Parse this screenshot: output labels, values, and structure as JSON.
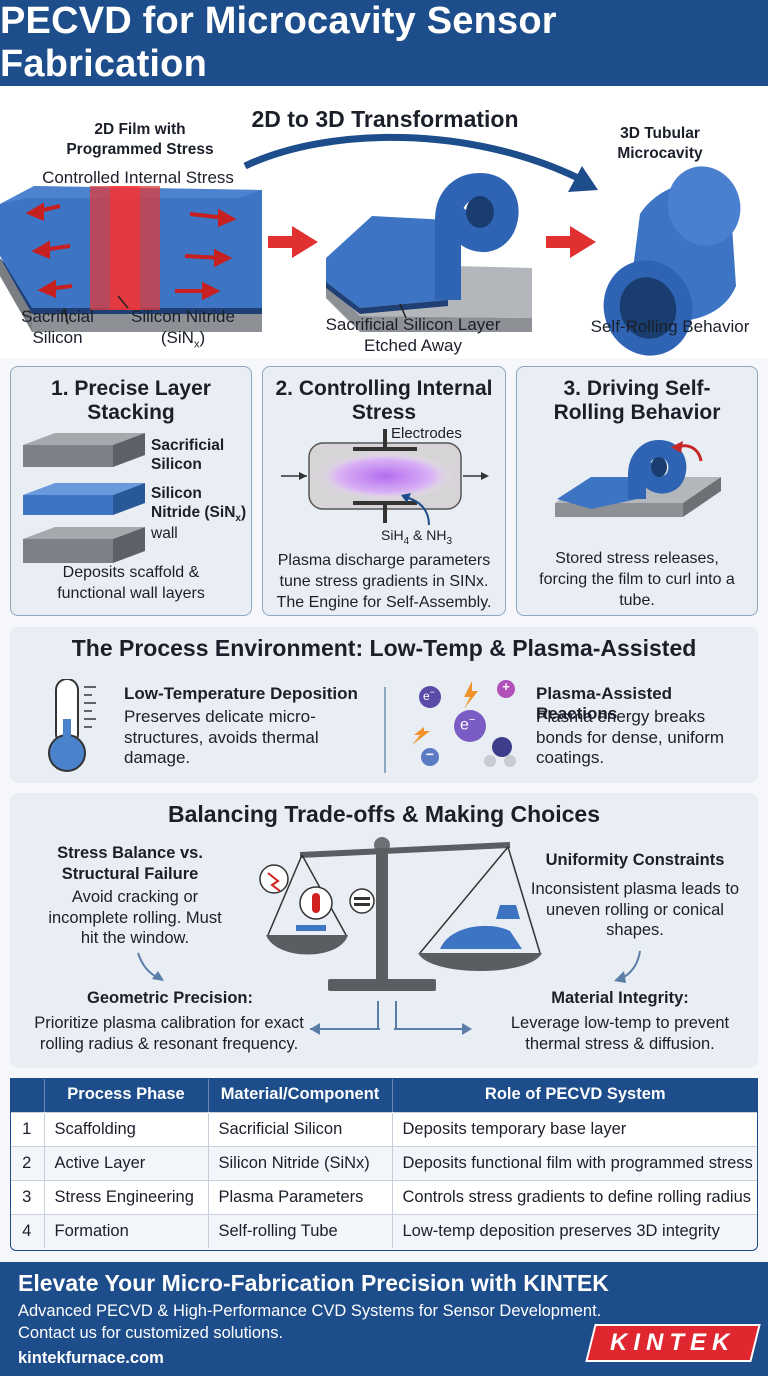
{
  "header": {
    "title": "PECVD for Microcavity Sensor Fabrication"
  },
  "hero": {
    "title": "2D to 3D Transformation",
    "film_title": "2D Film with Programmed Stress",
    "stress_label": "Controlled Internal Stress",
    "sacrificial_label": "Sacrificial Silicon",
    "nitride_label_1": "Silicon Nitride",
    "nitride_label_2": "(SiN",
    "nitride_sub": "x",
    "etched_label": "Sacrificial Silicon Layer Etched Away",
    "tube_title": "3D Tubular Microcavity",
    "self_rolling_label": "Self-Rolling Behavior"
  },
  "steps": [
    {
      "title": "1. Precise Layer Stacking",
      "label_a": "Sacrificial Silicon",
      "label_b1": "Silicon Nitride (SiN",
      "label_b_sub": "x",
      "label_b2": ")",
      "label_b3": "wall",
      "caption": "Deposits scaffold & functional wall layers"
    },
    {
      "title": "2. Controlling Internal Stress",
      "electrodes": "Electrodes",
      "gas_a": "SiH",
      "gas_a_sub": "4",
      "gas_mid": " & NH",
      "gas_b_sub": "3",
      "caption": "Plasma discharge parameters tune stress gradients in SINx. The Engine for Self-Assembly."
    },
    {
      "title": "3. Driving Self-Rolling Behavior",
      "caption": "Stored stress releases, forcing the film to curl into a tube."
    }
  ],
  "environment": {
    "title": "The Process Environment: Low-Temp & Plasma-Assisted",
    "left_title": "Low-Temperature Deposition",
    "left_text": "Preserves delicate micro-structures, avoids thermal damage.",
    "right_title": "Plasma-Assisted Reactions",
    "right_text": "Plasma energy breaks bonds for dense, uniform coatings.",
    "electron_symbol": "e",
    "electron_sup": "−",
    "plus_symbol": "+",
    "minus_symbol": "−"
  },
  "tradeoffs": {
    "title": "Balancing Trade-offs & Making Choices",
    "tl_title": "Stress Balance vs. Structural Failure",
    "tl_text": "Avoid cracking or incomplete rolling. Must hit the window.",
    "tr_title": "Uniformity Constraints",
    "tr_text": "Inconsistent plasma leads to uneven rolling or conical shapes.",
    "bl_title": "Geometric Precision:",
    "bl_text": "Prioritize plasma calibration for exact rolling radius & resonant frequency.",
    "br_title": "Material Integrity:",
    "br_text": "Leverage low-temp to prevent thermal stress & diffusion."
  },
  "table": {
    "headers": [
      "",
      "Process Phase",
      "Material/Component",
      "Role of PECVD System"
    ],
    "rows": [
      [
        "1",
        "Scaffolding",
        "Sacrificial Silicon",
        "Deposits temporary base layer"
      ],
      [
        "2",
        "Active Layer",
        "Silicon Nitride (SiNx)",
        "Deposits functional film with programmed stress"
      ],
      [
        "3",
        "Stress Engineering",
        "Plasma Parameters",
        "Controls stress gradients to define rolling radius"
      ],
      [
        "4",
        "Formation",
        "Self-rolling Tube",
        "Low-temp deposition preserves 3D integrity"
      ]
    ]
  },
  "footer": {
    "headline": "Elevate Your Micro-Fabrication Precision with KINTEK",
    "line1": "Advanced PECVD & High-Performance CVD Systems for Sensor Development.",
    "line2": "Contact us for customized solutions.",
    "url": "kintekfurnace.com",
    "logo": "KINTEK"
  },
  "colors": {
    "brand": "#1d4d8a",
    "film_blue": "#3d74c4",
    "stress_red": "#e23b3b",
    "logo_red": "#e0262f"
  }
}
